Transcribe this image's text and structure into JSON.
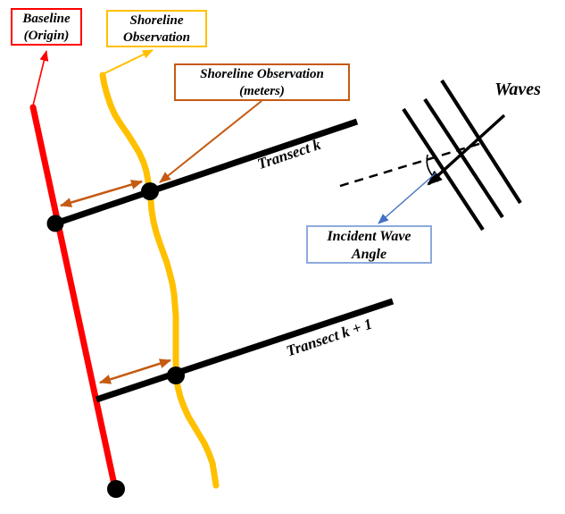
{
  "callouts": {
    "baseline": {
      "line1": "Baseline",
      "line2": "(Origin)",
      "border_color": "#FF0000"
    },
    "shoreline": {
      "line1": "Shoreline",
      "line2": "Observation",
      "border_color": "#FFC000"
    },
    "shoreline_meters": {
      "line1": "Shoreline Observation",
      "line2": "(meters)",
      "border_color": "#C55A11"
    },
    "incident_wave_angle": {
      "line1": "Incident Wave",
      "line2": "Angle",
      "border_color": "#8EAADC"
    }
  },
  "annotations": {
    "waves": "Waves",
    "transect_k": "Transect k",
    "transect_k1": "Transect k + 1"
  },
  "colors": {
    "baseline_red": "#FF0000",
    "shoreline_gold": "#FFC000",
    "measure_orange": "#C55A11",
    "wave_arrow_blue": "#4472C4",
    "callout_border_blue": "#8EAADC",
    "ink": "#000000"
  }
}
